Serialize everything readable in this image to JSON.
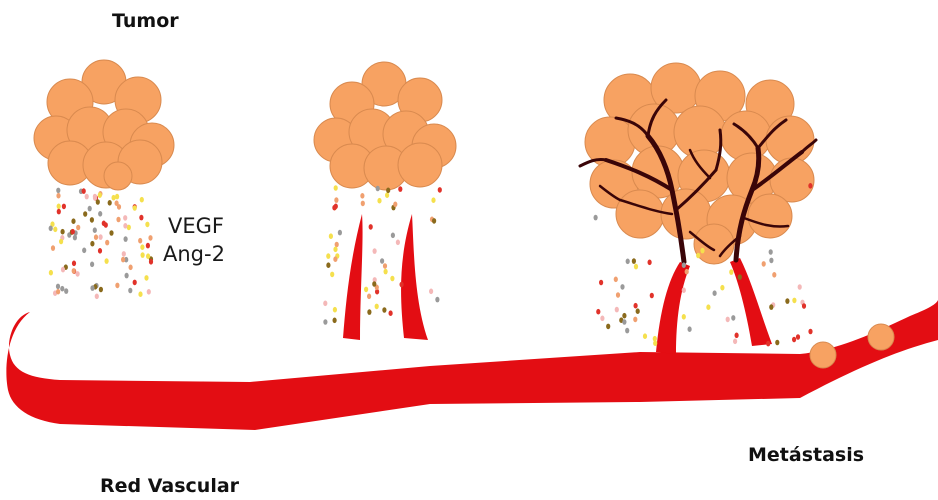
{
  "labels": {
    "tumor": "Tumor",
    "growth_factor_1": "VEGF",
    "growth_factor_2": "Ang-2",
    "vascular_network": "Red Vascular",
    "metastasis": "Metástasis"
  },
  "colors": {
    "vessel": "#e30d13",
    "vessel_dark": "#c00b10",
    "tumor_cell": "#f7a262",
    "tumor_cell_stroke": "#d98a4f",
    "branch_dark": "#3a0508",
    "dots": [
      "#e1322a",
      "#f0a070",
      "#f5e04d",
      "#9a9a9a",
      "#8a6a1c",
      "#f4b8b8"
    ]
  },
  "stages": [
    {
      "stage": "pre-angiogenic",
      "tumor_color": "#f7a262"
    },
    {
      "stage": "angiogenic-sprouting",
      "tumor_color": "#f7a262"
    },
    {
      "stage": "vascularized-metastatic",
      "tumor_color": "#f7a262"
    }
  ]
}
